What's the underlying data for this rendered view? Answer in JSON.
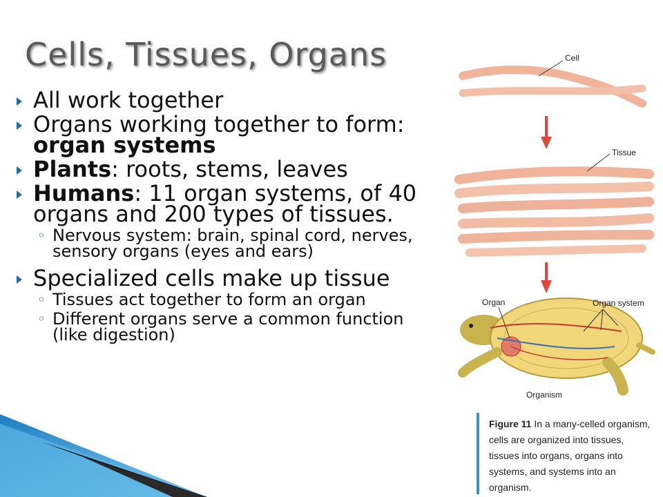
{
  "title": "Cells, Tissues, Organs",
  "bullets": {
    "b1": "All work together",
    "b2_pre": "Organs working together to form: ",
    "b2_bold": "organ systems",
    "b3_bold": "Plants",
    "b3_rest": ": roots, stems, leaves",
    "b4_bold": "Humans",
    "b4_rest": ": 11 organ systems, of 40 organs and 200 types of tissues.",
    "b4_sub1": "Nervous system: brain, spinal cord, nerves, sensory organs (eyes and ears)",
    "b5": "Specialized cells make up tissue",
    "b5_sub1": "Tissues act together to form an organ",
    "b5_sub2": "Different organs serve a common function (like digestion)"
  },
  "figure": {
    "label_cell": "Cell",
    "label_tissue": "Tissue",
    "label_organ": "Organ",
    "label_organ_system": "Organ system",
    "label_organism": "Organism",
    "caption_fig": "Figure 11",
    "caption_text": "In a many-celled organism, cells are organized into tissues, tissues into organs, organs into systems, and systems into an organism."
  },
  "colors": {
    "accent": "#1b6fa3",
    "arrow": "#e0463a",
    "cell": "#f2b8a0",
    "shell": "#f1d77a"
  }
}
